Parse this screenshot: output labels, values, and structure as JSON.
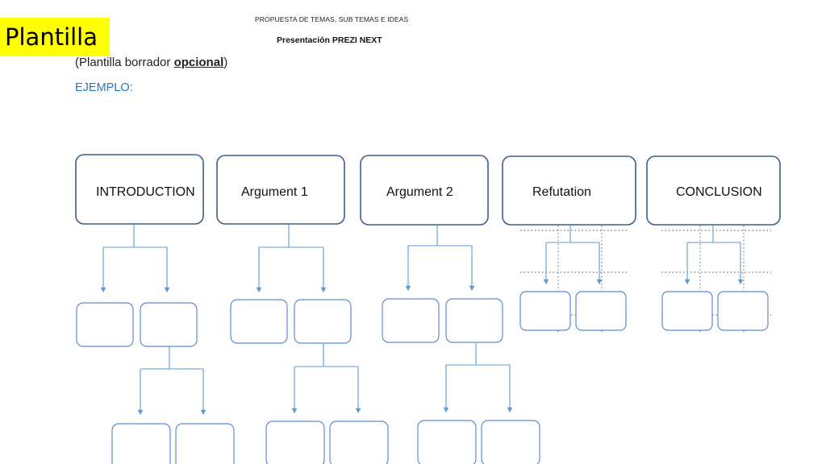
{
  "badge": {
    "label": "Plantilla"
  },
  "document": {
    "title": "PROPUESTA DE TEMAS, SUB TEMAS E IDEAS",
    "subtitle": "Presentación PREZI NEXT",
    "note_prefix": "(Plantilla borrador ",
    "note_emphasis": "opcional",
    "note_suffix": ")",
    "example_label": "EJEMPLO:"
  },
  "diagram": {
    "headings": [
      {
        "label": "INTRODUCTION"
      },
      {
        "label": "Argument 1"
      },
      {
        "label": "Argument 2"
      },
      {
        "label": "Refutation"
      },
      {
        "label": "CONCLUSION"
      }
    ]
  },
  "colors": {
    "box_border": "#3c5f88",
    "small_box_border": "#5c8ccf",
    "connector": "#5b9bd5",
    "badge_bg": "#ffff00",
    "example_text": "#1f78c4"
  }
}
